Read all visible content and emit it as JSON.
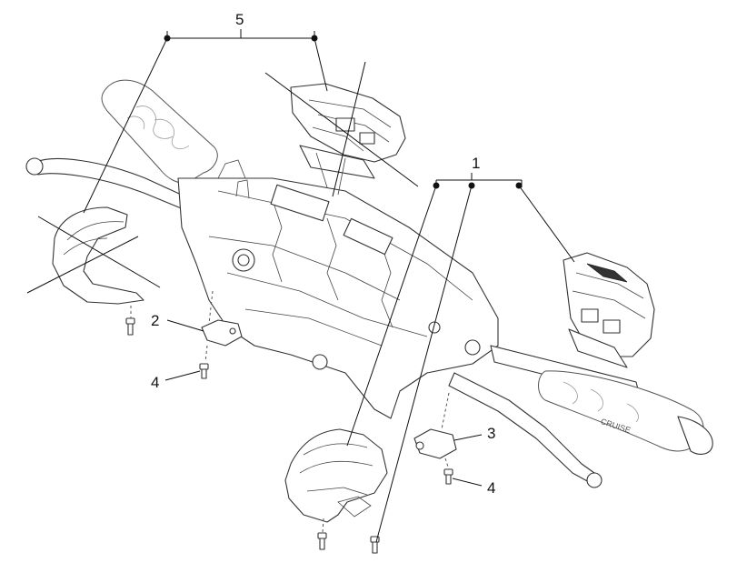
{
  "diagram": {
    "callouts": [
      {
        "id": "c1",
        "label": "1"
      },
      {
        "id": "c2",
        "label": "2"
      },
      {
        "id": "c3",
        "label": "3"
      },
      {
        "id": "c4a",
        "label": "4"
      },
      {
        "id": "c4b",
        "label": "4"
      },
      {
        "id": "c5",
        "label": "5"
      }
    ],
    "grip_brand": "CRUISE"
  }
}
